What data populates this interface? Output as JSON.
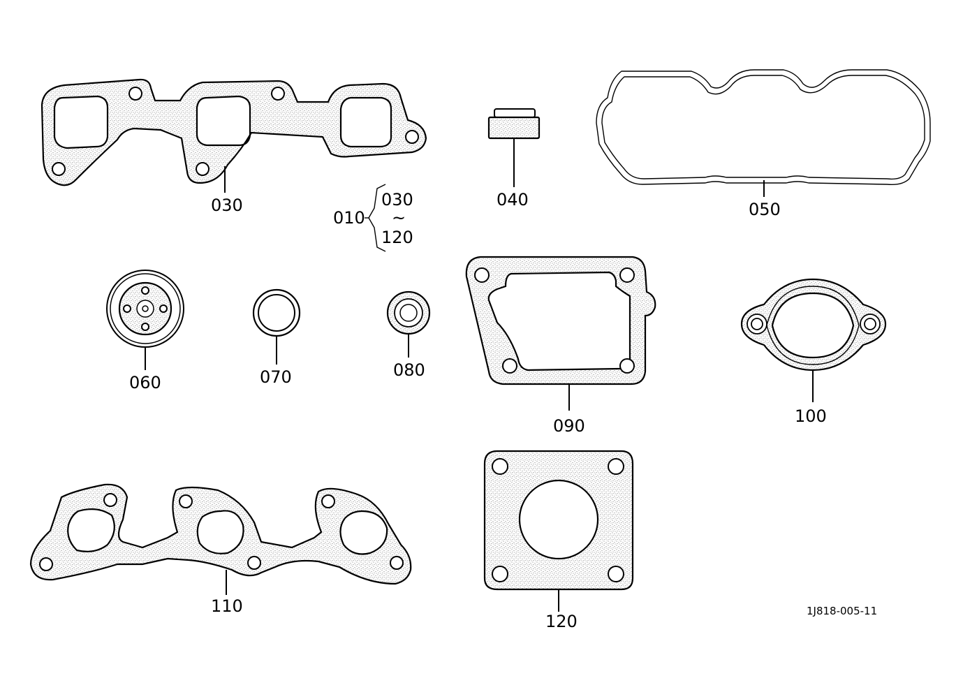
{
  "labels": {
    "part_030": "030",
    "part_040": "040",
    "part_050": "050",
    "part_060": "060",
    "part_070": "070",
    "part_080": "080",
    "part_090": "090",
    "part_100": "100",
    "part_110": "110",
    "part_120": "120",
    "group_set": "010",
    "group_from": "030",
    "group_tilde": "~",
    "group_to": "120"
  },
  "reference_code": "1J818-005-11",
  "colors": {
    "line": "#000000",
    "background": "#ffffff"
  }
}
